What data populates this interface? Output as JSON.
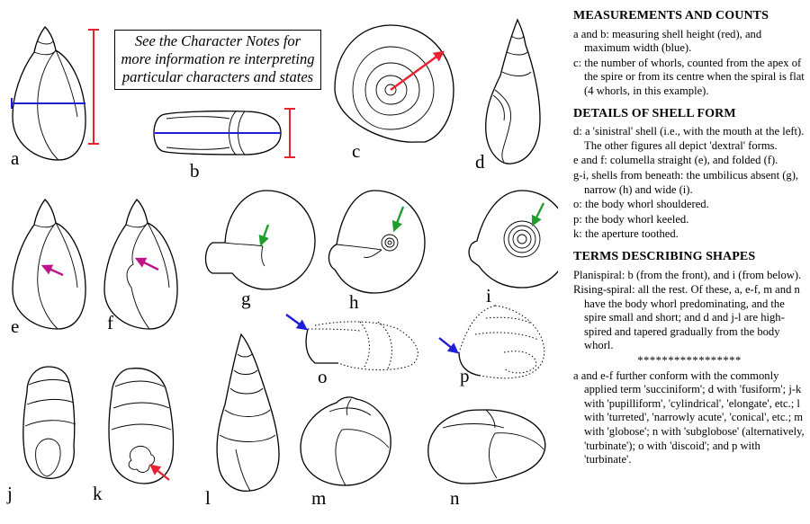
{
  "labels": {
    "a": "a",
    "b": "b",
    "c": "c",
    "d": "d",
    "e": "e",
    "f": "f",
    "g": "g",
    "h": "h",
    "i": "i",
    "o": "o",
    "p": "p",
    "j": "j",
    "k": "k",
    "l": "l",
    "m": "m",
    "n": "n"
  },
  "note_box": {
    "line1": "See the Character Notes for",
    "line2": "more information re interpreting",
    "line3": "particular characters and states"
  },
  "sections": {
    "measurements": {
      "heading": "MEASUREMENTS AND COUNTS",
      "items": [
        "a and b: measuring shell height (red), and maximum width (blue).",
        "c: the number of whorls, counted from the apex of the spire or from its centre when the spiral is flat (4 whorls, in this example)."
      ]
    },
    "details": {
      "heading": "DETAILS OF SHELL FORM",
      "items": [
        "d: a 'sinistral' shell (i.e., with the mouth at the left). The other figures all depict 'dextral' forms.",
        "e and f: columella straight (e), and folded (f).",
        "g-i, shells from beneath: the umbilicus absent (g), narrow (h) and wide (i).",
        "o: the body whorl shouldered.",
        "p: the body whorl keeled.",
        "k: the aperture toothed."
      ]
    },
    "terms": {
      "heading": "TERMS DESCRIBING SHAPES",
      "items": [
        "Planispiral: b (from the front), and i (from below).",
        "Rising-spiral: all the rest. Of these, a, e-f, m and n have the body whorl predominating, and the spire small and short; and d and j-l are high-spired and tapered gradually from the body whorl."
      ],
      "separator": "*****************",
      "final": "a and e-f further conform with the commonly applied term 'succiniform'; d with 'fusiform'; j-k with 'pupilliform', 'cylindrical', 'elongate', etc.; l with 'turreted', 'narrowly acute', 'conical', etc.; m with 'globose'; n with 'subglobose' (alternatively, 'turbinate'); o with 'discoid'; and p with 'turbinate'."
    }
  },
  "colors": {
    "height": "#e8232f",
    "width": "#1f1fd6",
    "green_arrow": "#1e9e2e",
    "magenta_arrow": "#c2148a",
    "blue_arrow": "#1f1fd6",
    "red_arrow": "#e8232f"
  }
}
